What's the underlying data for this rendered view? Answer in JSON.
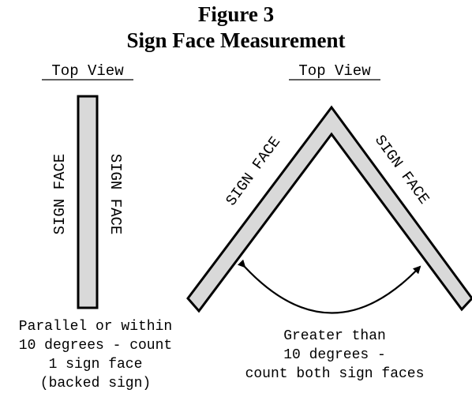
{
  "figure": {
    "title": "Figure 3",
    "subtitle": "Sign Face Measurement"
  },
  "left_panel": {
    "view_label": "Top View",
    "face_label_left": "SIGN FACE",
    "face_label_right": "SIGN FACE",
    "caption_lines": [
      "Parallel or within",
      "10 degrees - count",
      "1 sign face",
      "(backed sign)"
    ]
  },
  "right_panel": {
    "view_label": "Top View",
    "face_label_left": "SIGN FACE",
    "face_label_right": "SIGN FACE",
    "caption_lines": [
      "Greater than",
      "10 degrees -",
      "count both sign faces"
    ]
  },
  "colors": {
    "sign_fill": "#d9d9d9",
    "stroke": "#000000"
  }
}
